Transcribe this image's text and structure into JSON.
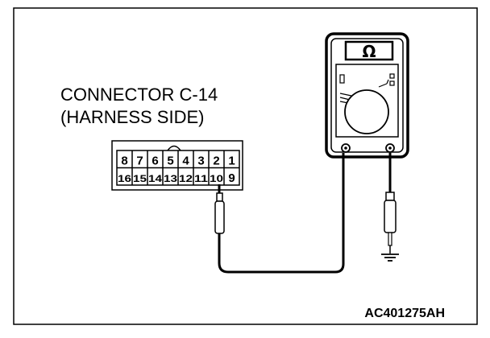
{
  "connector": {
    "title_line1": "CONNECTOR C-14",
    "title_line2": "(HARNESS SIDE)",
    "top_row": [
      "8",
      "7",
      "6",
      "5",
      "4",
      "3",
      "2",
      "1"
    ],
    "bottom_row": [
      "16",
      "15",
      "14",
      "13",
      "12",
      "11",
      "10",
      "9"
    ],
    "probed_pin": "10"
  },
  "meter": {
    "display_symbol": "Ω",
    "mode": "resistance"
  },
  "ground": {
    "icon": "ground-symbol-icon"
  },
  "figure_code": "AC401275AH",
  "colors": {
    "ink": "#000000",
    "paper": "#ffffff"
  }
}
